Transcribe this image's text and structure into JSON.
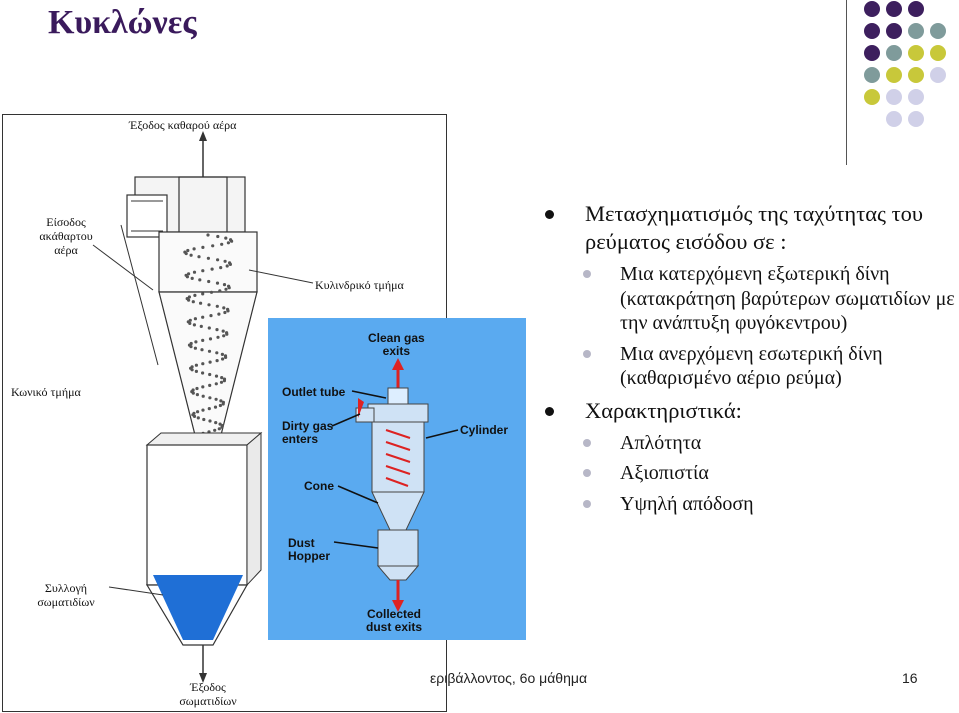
{
  "title": "Κυκλώνες",
  "left_figure": {
    "label_clean_exit": "Έξοδος καθαρού αέρα",
    "label_inlet_line1": "Είσοδος",
    "label_inlet_line2": "ακάθαρτου",
    "label_inlet_line3": "αέρα",
    "label_cylinder": "Κυλινδρικό τμήμα",
    "label_cone": "Κωνικό τμήμα",
    "label_collection_line1": "Συλλογή",
    "label_collection_line2": "σωματιδίων",
    "label_exit_line1": "Έξοδος",
    "label_exit_line2": "σωματιδίων"
  },
  "blue_figure": {
    "clean_gas_line1": "Clean gas",
    "clean_gas_line2": "exits",
    "outlet_tube": "Outlet tube",
    "dirty_gas_line1": "Dirty gas",
    "dirty_gas_line2": "enters",
    "cylinder": "Cylinder",
    "cone": "Cone",
    "dust_line1": "Dust",
    "dust_line2": "Hopper",
    "collected_line1": "Collected",
    "collected_line2": "dust exits"
  },
  "bullets": [
    {
      "text": "Μετασχηματισμός της ταχύτητας του ρεύματος εισόδου σε :",
      "sub": [
        "Μια κατερχόμενη εξωτερική δίνη (κατακράτηση βαρύτερων σωματιδίων με την ανάπτυξη φυγόκεντρου)",
        "Μια ανερχόμενη εσωτερική δίνη (καθαρισμένο αέριο ρεύμα)"
      ]
    },
    {
      "text": "Χαρακτηριστικά:",
      "sub": [
        "Απλότητα",
        "Αξιοπιστία",
        "Υψηλή απόδοση"
      ]
    }
  ],
  "footer": "εριβάλλοντος, 6ο μάθημα",
  "page_number": "16",
  "colors": {
    "title": "#3a1a5c",
    "dot_purple": "#3d1f5e",
    "dot_teal": "#7f9b9b",
    "dot_yellow": "#c8c83a",
    "dot_lavender": "#d0d0e8",
    "blue_bg": "#5aaaf0"
  }
}
